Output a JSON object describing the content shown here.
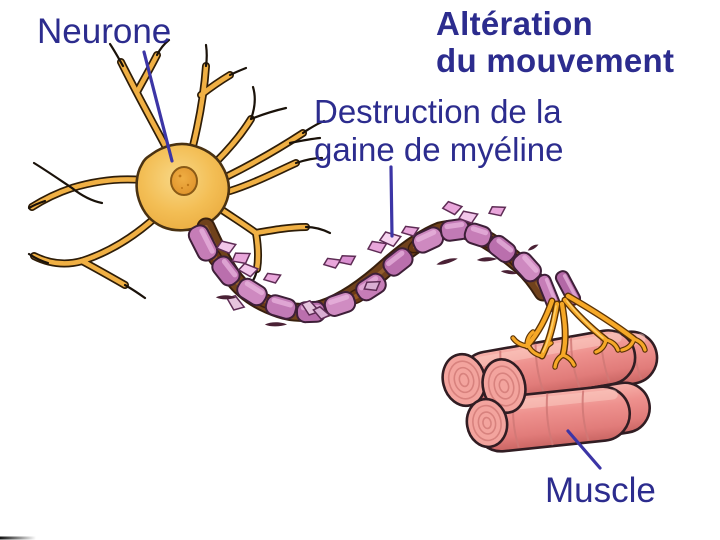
{
  "figure": {
    "labels": {
      "neurone": "Neurone",
      "alteration": "Altération\ndu mouvement",
      "destruction": "Destruction de la\ngaine de myéline",
      "muscle": "Muscle"
    },
    "colors": {
      "background": "#ffffff",
      "label_text": "#2c2c8e",
      "leader_line": "#3c35a6",
      "neuron_body": "#f2b94a",
      "neuron_nucleus": "#e8a23a",
      "myelin_sheath": "#c67db7",
      "myelin_fragment": "#e9a6db",
      "exposed_axon": "#70421c",
      "muscle_fiber": "#ec8f8d",
      "nerve_terminal": "#f6a827"
    }
  }
}
